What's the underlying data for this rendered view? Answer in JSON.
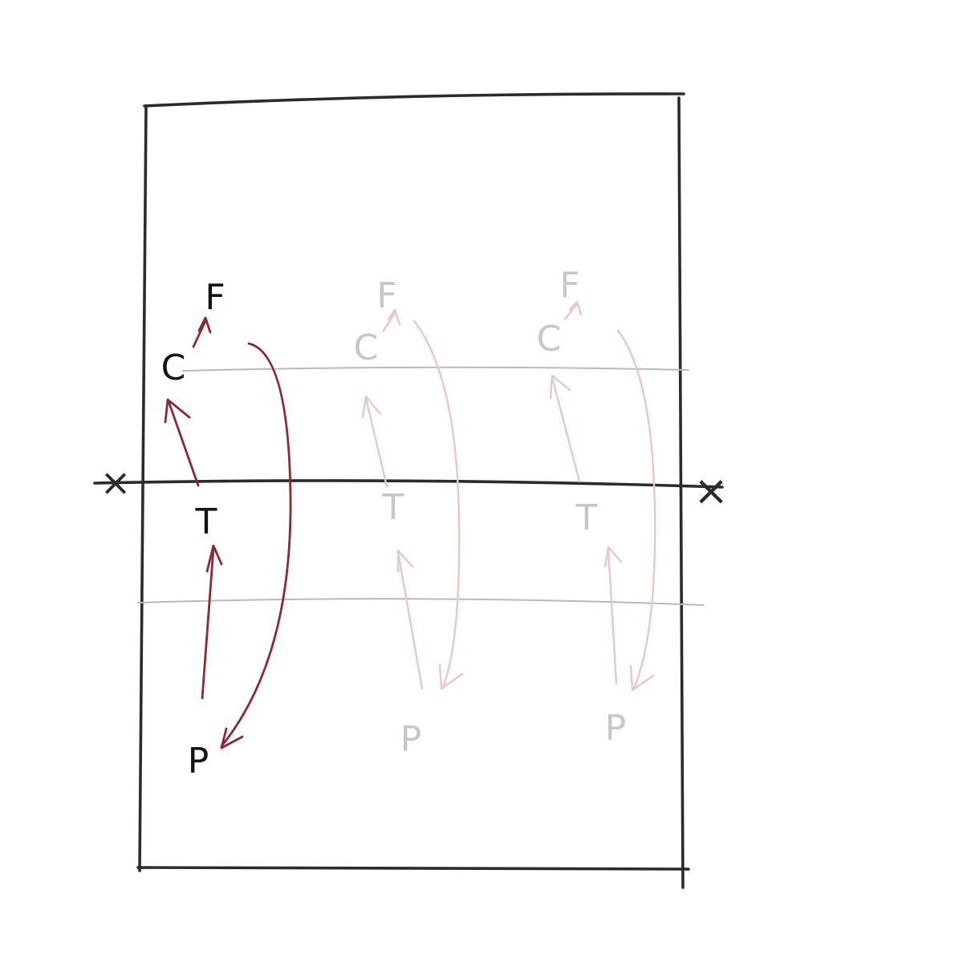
{
  "colors": {
    "frame": "#2b2b2b",
    "guide_line": "#b9b9b9",
    "active_arrow": "#8b2a35",
    "ghost_arrow": "#e6c8cc",
    "active_label": "#141414",
    "ghost_label": "#c7c7c7"
  },
  "axis": {
    "left_mark": "×",
    "right_mark": "×"
  },
  "columns": [
    {
      "state": "active",
      "labels": {
        "F": "F",
        "C": "C",
        "T": "T",
        "P": "P"
      }
    },
    {
      "state": "ghost",
      "labels": {
        "F": "F",
        "C": "C",
        "T": "T",
        "P": "P"
      }
    },
    {
      "state": "ghost",
      "labels": {
        "F": "F",
        "C": "C",
        "T": "T",
        "P": "P"
      }
    }
  ]
}
